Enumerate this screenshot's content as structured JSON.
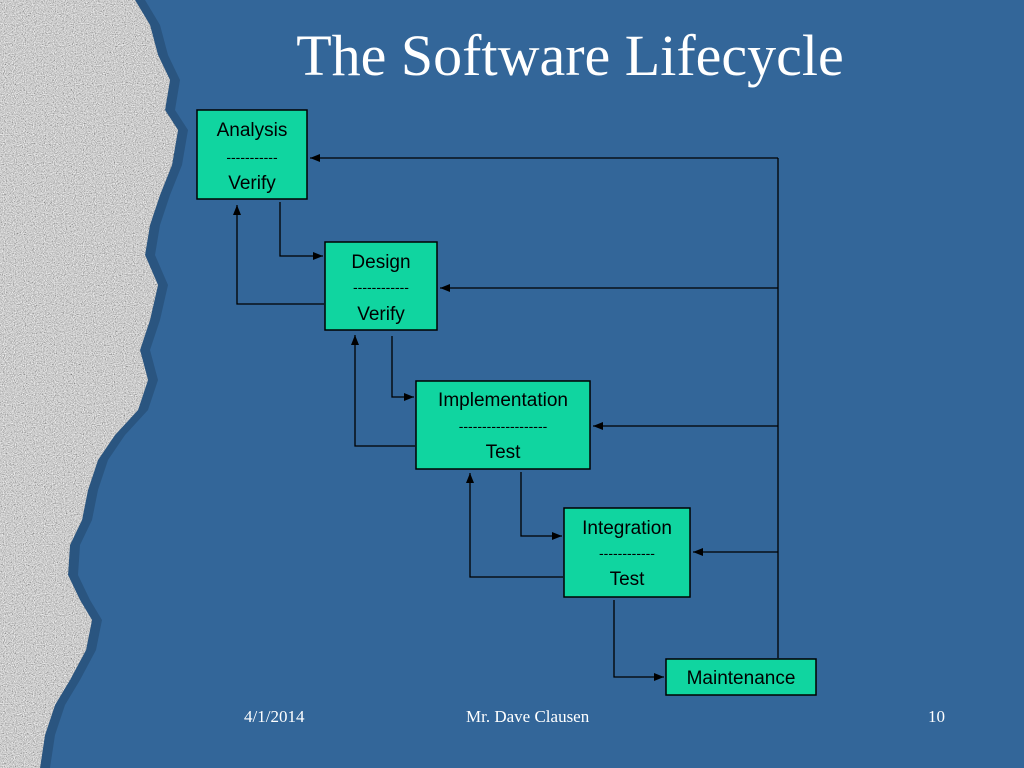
{
  "slide": {
    "title": "The Software Lifecycle",
    "footer": {
      "date": "4/1/2014",
      "author": "Mr. Dave Clausen",
      "page": "10"
    }
  },
  "diagram": {
    "phases": [
      {
        "name": "Analysis",
        "divider": "-----------",
        "check": "Verify"
      },
      {
        "name": "Design",
        "divider": "------------",
        "check": "Verify"
      },
      {
        "name": "Implementation",
        "divider": "-------------------",
        "check": "Test"
      },
      {
        "name": "Integration",
        "divider": "------------",
        "check": "Test"
      },
      {
        "name": "Maintenance"
      }
    ]
  },
  "colors": {
    "background": "#336699",
    "box_fill": "#10d5a0",
    "line": "#000000",
    "text": "#ffffff"
  }
}
